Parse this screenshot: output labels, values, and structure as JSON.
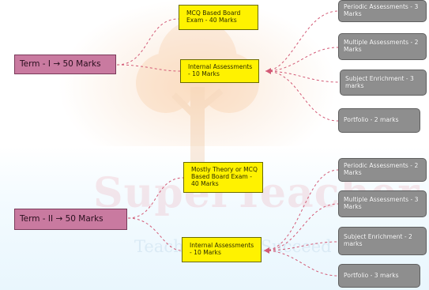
{
  "watermark": {
    "brand": "SuperTeacher",
    "tagline": "Teach Achieve Succeed"
  },
  "colors": {
    "term_fill": "#c97aa0",
    "assessment_fill": "#fff200",
    "component_fill": "#8e8e8e",
    "connector": "#d35a76"
  },
  "term1": {
    "label": "Term - I → 50 Marks",
    "exam": "MCQ Based Board Exam - 40 Marks",
    "internal": "Internal Assessments - 10 Marks",
    "components": [
      "Periodic Assessments - 3 Marks",
      "Multiple Assessments - 2 Marks",
      "Subject Enrichment - 3 marks",
      "Portfolio - 2 marks"
    ]
  },
  "term2": {
    "label": "Term - II → 50 Marks",
    "exam": "Mostly Theory or MCQ Based Board Exam - 40 Marks",
    "internal": "Internal Assessments - 10 Marks",
    "components": [
      "Periodic Assessments - 2 Marks",
      "Multiple Assessments - 3 Marks",
      "Subject Enrichment - 2 marks",
      "Portfolio - 3 marks"
    ]
  }
}
